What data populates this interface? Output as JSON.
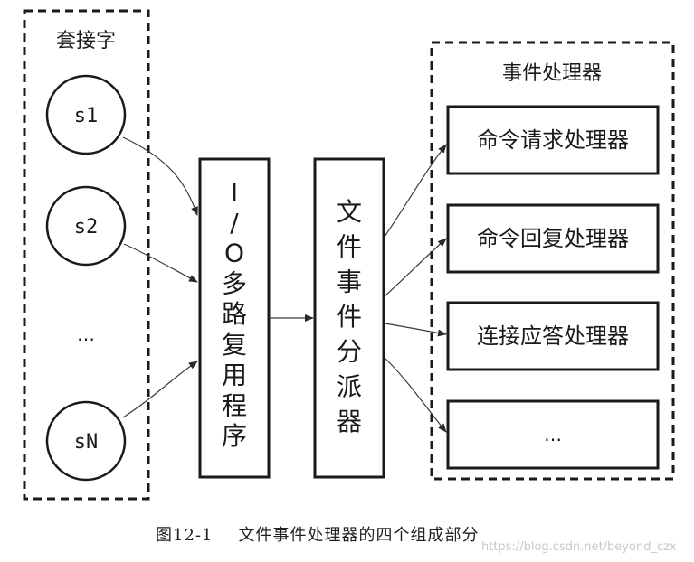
{
  "sockets": {
    "title": "套接字",
    "items": [
      "s1",
      "s2",
      "…",
      "sN"
    ]
  },
  "multiplexer": {
    "label": "I/O多路复用程序"
  },
  "dispatcher": {
    "label": "文件事件分派器"
  },
  "handlers": {
    "title": "事件处理器",
    "items": [
      "命令请求处理器",
      "命令回复处理器",
      "连接应答处理器",
      "…"
    ]
  },
  "caption": {
    "figure": "图12-1",
    "text": "文件事件处理器的四个组成部分"
  },
  "watermark": "https://blog.csdn.net/beyond_czx"
}
